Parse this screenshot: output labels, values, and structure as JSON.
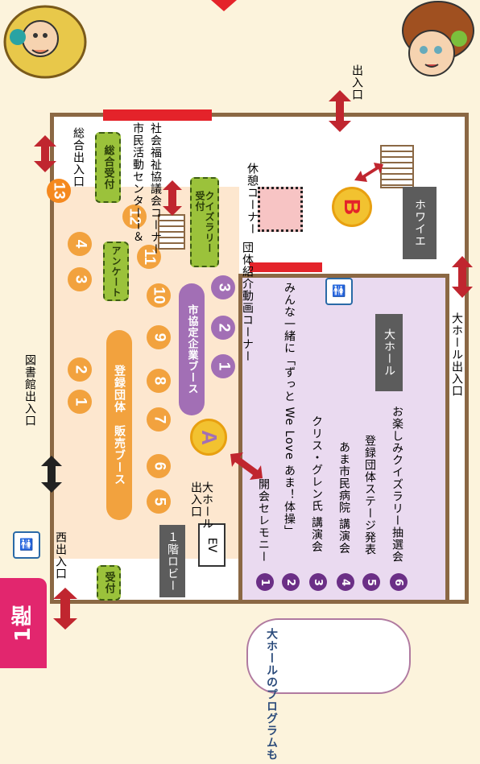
{
  "floor_badge": "1階",
  "labels": {
    "west_entrance": "西出入口",
    "library_entrance": "図書館出入口",
    "main_entrance": "総合出入口",
    "entrance_right": "出入口",
    "hall_entrance_bottom": "大ホール出入口",
    "hall_entrance_a": "大ホール\n出入口",
    "lobby": "１階ロビー",
    "ev": "EV",
    "foyer": "ホワイエ",
    "big_hall": "大ホール",
    "welfare_corner": "社会福祉協議会コーナー",
    "civic_center": "市民活動センターｉ＆",
    "rest_corner": "休憩コーナー",
    "group_video": "団体紹介動画コーナー"
  },
  "booths": {
    "group_sales": "登録団体　販売ブース",
    "company_booth": "市協定企業ブース",
    "survey": "アンケート",
    "reception_left": "受付",
    "reception_main": "総合受付",
    "quiz_reception": "クイズラリー\n受付"
  },
  "markers": {
    "a": "A",
    "b": "B"
  },
  "orange_numbers": [
    "1",
    "2",
    "3",
    "4",
    "5",
    "6",
    "7",
    "8",
    "9",
    "10",
    "11",
    "12",
    "13"
  ],
  "purple_numbers": [
    "1",
    "2",
    "3"
  ],
  "program": [
    {
      "n": "1",
      "text": "開会セレモニー"
    },
    {
      "n": "2",
      "text": "みんな一緒に「ずっと We Love あま！体操」"
    },
    {
      "n": "3",
      "text": "クリス・グレン氏 講演会"
    },
    {
      "n": "4",
      "text": "あま市民病院 講演会"
    },
    {
      "n": "5",
      "text": "登録団体ステージ発表"
    },
    {
      "n": "6",
      "text": "お楽しみクイズラリー抽選会"
    }
  ],
  "cloud_text": "大ホールのプログラムも",
  "colors": {
    "orange": "#f2a23e",
    "purple": "#a26fb5",
    "green": "#9bc23b",
    "red": "#e4232a",
    "wall": "#8b6844"
  }
}
